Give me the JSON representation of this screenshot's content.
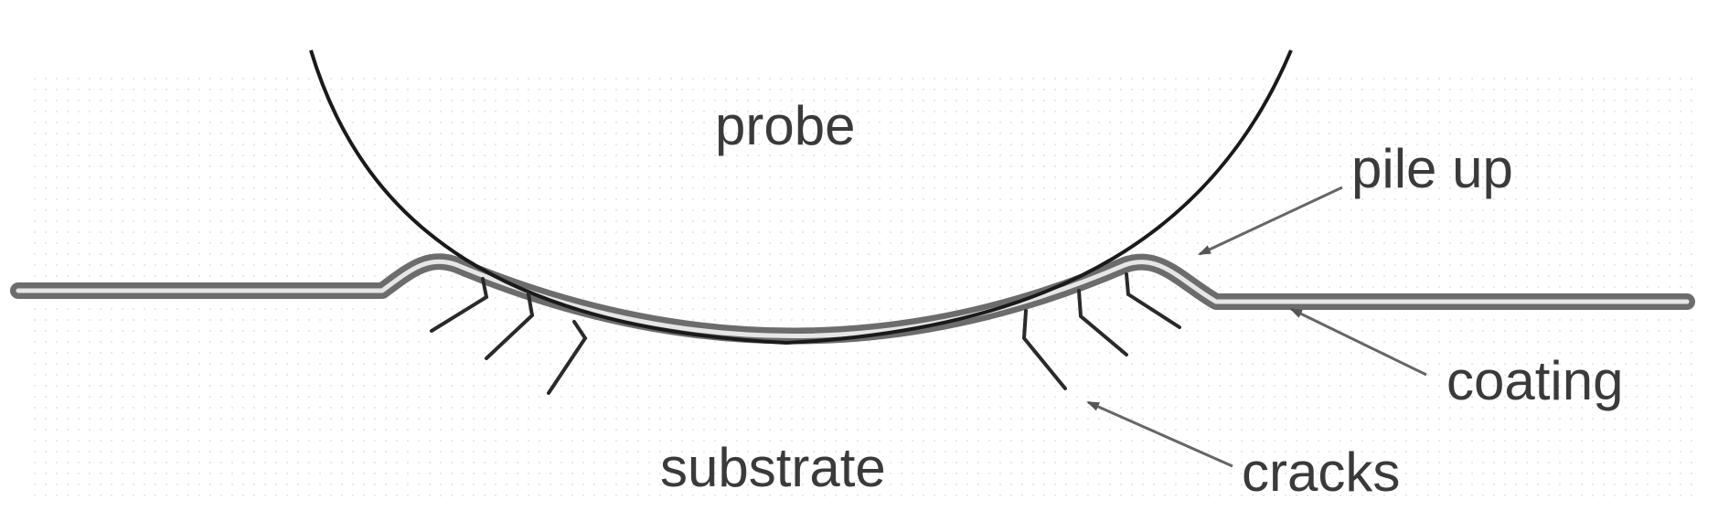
{
  "labels": {
    "probe": "probe",
    "pile_up": "pile up",
    "coating": "coating",
    "substrate": "substrate",
    "cracks": "cracks"
  },
  "colors": {
    "background": "#ffffff",
    "line": "#222222",
    "coating_band": "#777777",
    "text": "#3a3a3a",
    "arrow": "#666666"
  }
}
